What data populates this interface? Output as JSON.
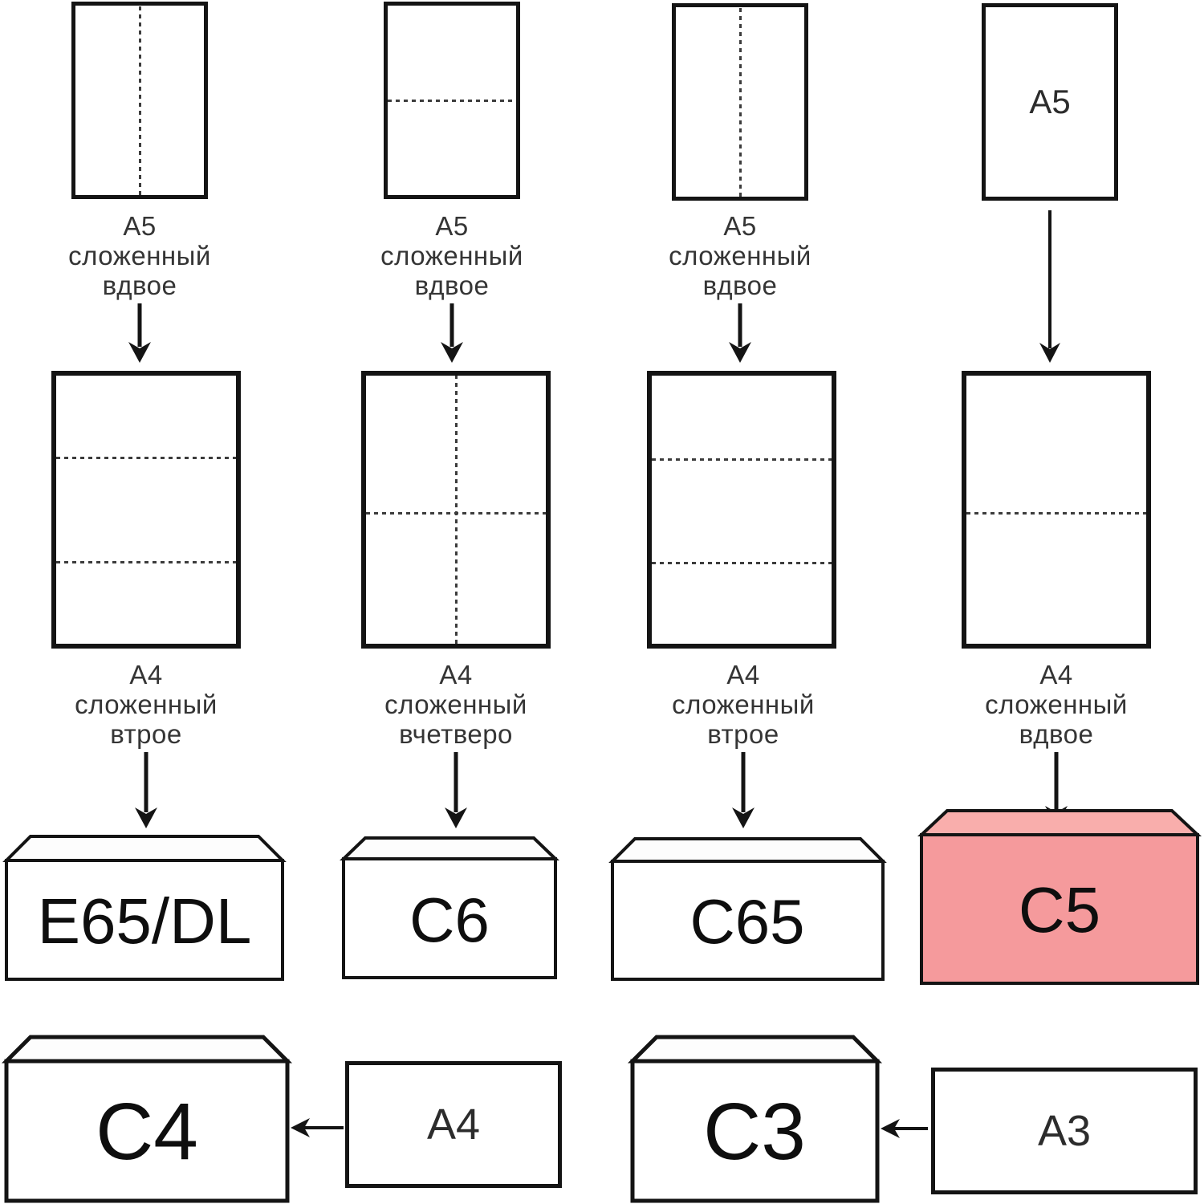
{
  "diagram": {
    "language": "ru",
    "colors": {
      "highlight_envelope_body": "#f59a9c",
      "highlight_envelope_flap": "#f9aeac",
      "paper_fill": "#ffffff",
      "ink": "#141414",
      "caption_text": "#353535"
    },
    "columns": [
      {
        "top_sheet": {
          "size": "A5",
          "fold": "vertical-half"
        },
        "top_caption_lines": [
          "А5",
          "сложенный",
          "вдвое"
        ],
        "mid_sheet": {
          "size": "A4",
          "fold": "horizontal-thirds"
        },
        "mid_caption_lines": [
          "А4",
          "сложенный",
          "втрое"
        ],
        "envelope": {
          "label": "E65/DL",
          "highlighted": false
        }
      },
      {
        "top_sheet": {
          "size": "A5",
          "fold": "horizontal-half"
        },
        "top_caption_lines": [
          "А5",
          "сложенный",
          "вдвое"
        ],
        "mid_sheet": {
          "size": "A4",
          "fold": "quarters-cross"
        },
        "mid_caption_lines": [
          "А4",
          "сложенный",
          "вчетверо"
        ],
        "envelope": {
          "label": "C6",
          "highlighted": false
        }
      },
      {
        "top_sheet": {
          "size": "A5",
          "fold": "vertical-half"
        },
        "top_caption_lines": [
          "А5",
          "сложенный",
          "вдвое"
        ],
        "mid_sheet": {
          "size": "A4",
          "fold": "horizontal-thirds"
        },
        "mid_caption_lines": [
          "А4",
          "сложенный",
          "втрое"
        ],
        "envelope": {
          "label": "C65",
          "highlighted": false
        }
      },
      {
        "top_sheet": {
          "size": "A5",
          "fold": "none",
          "inner_label": "A5"
        },
        "top_caption_lines": [],
        "mid_sheet": {
          "size": "A4",
          "fold": "horizontal-half"
        },
        "mid_caption_lines": [
          "А4",
          "сложенный",
          "вдвое"
        ],
        "envelope": {
          "label": "C5",
          "highlighted": true
        }
      }
    ],
    "bottom_row": [
      {
        "envelope_label": "C4",
        "sheet_label": "A4"
      },
      {
        "envelope_label": "C3",
        "sheet_label": "A3"
      }
    ]
  }
}
